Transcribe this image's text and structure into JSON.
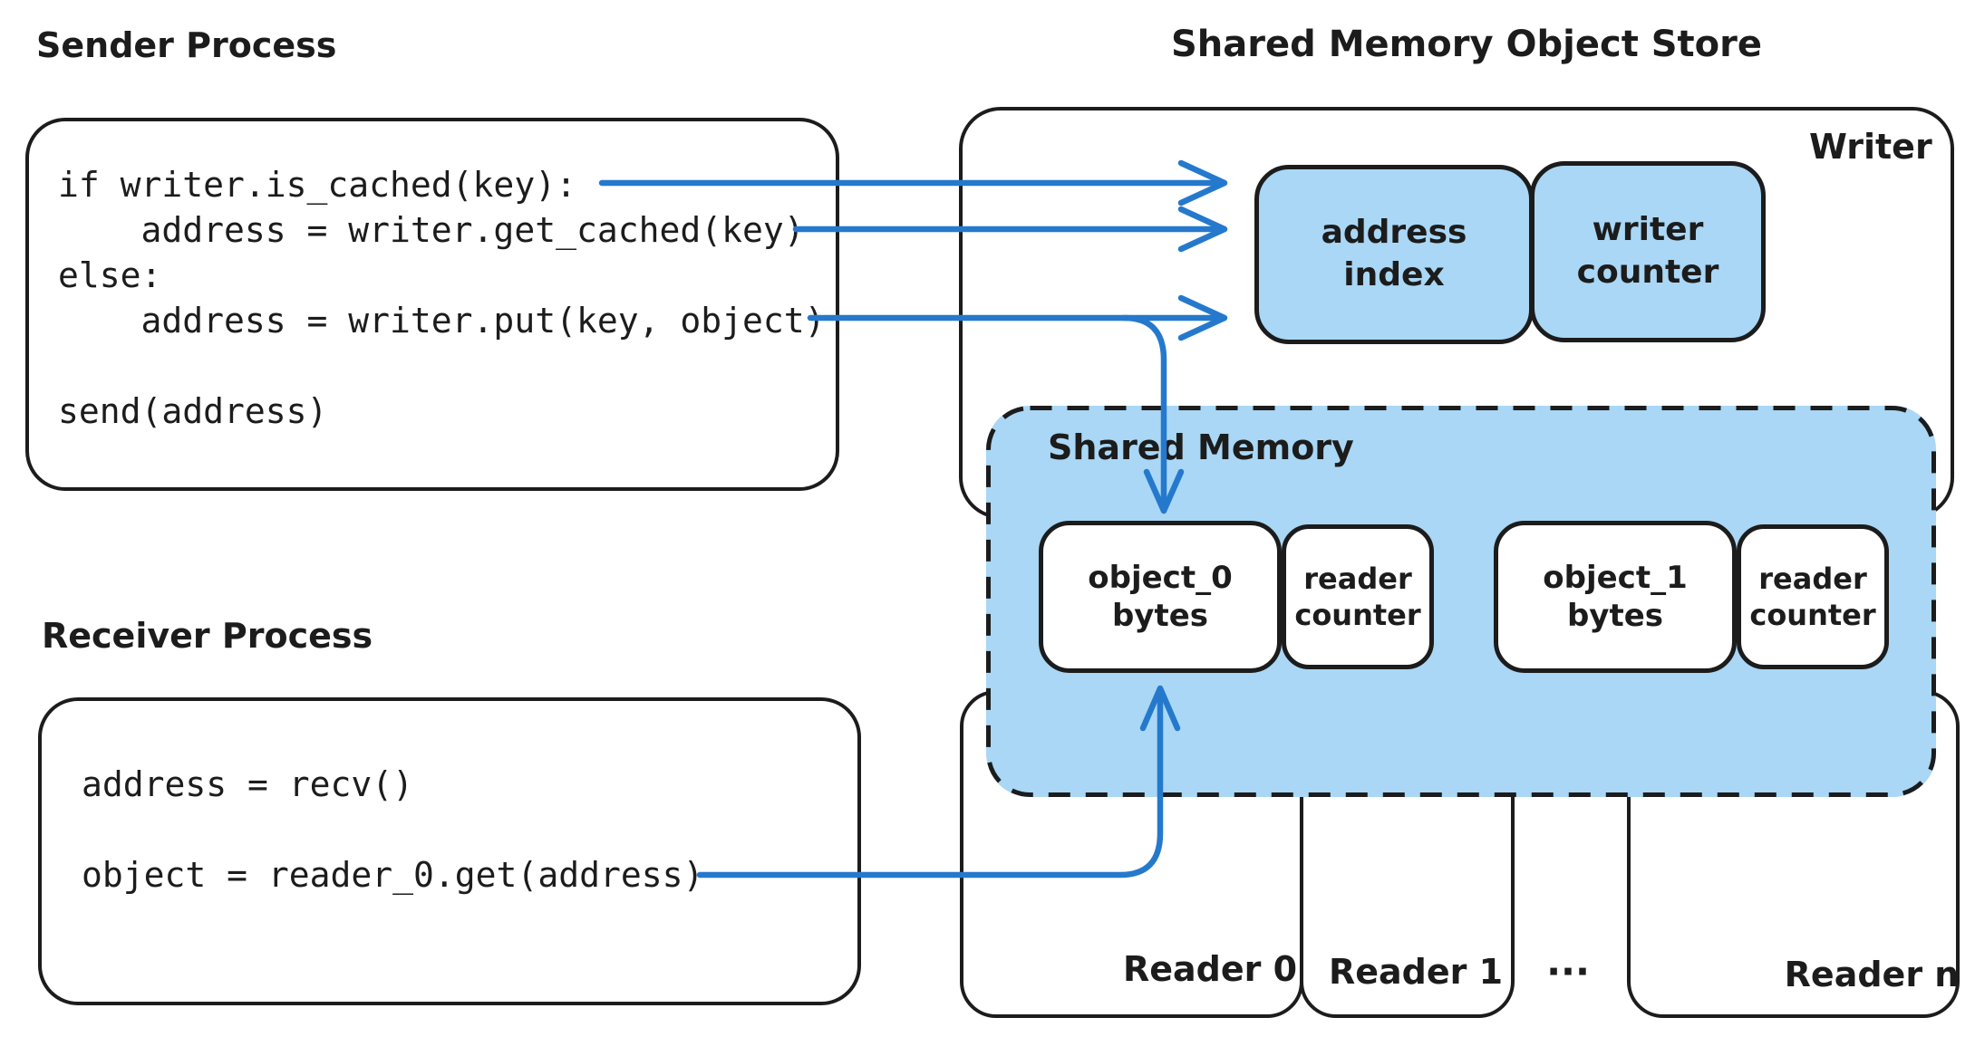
{
  "diagram": {
    "sender": {
      "title": "Sender Process",
      "code": "if writer.is_cached(key):\n    address = writer.get_cached(key)\nelse:\n    address = writer.put(key, object)\n\nsend(address)"
    },
    "receiver": {
      "title": "Receiver Process",
      "code": "address = recv()\n\nobject = reader_0.get(address)"
    },
    "store": {
      "title": "Shared Memory Object Store",
      "writer_label": "Writer",
      "address_index_label": "address\nindex",
      "writer_counter_label": "writer\ncounter",
      "shared_memory": {
        "label": "Shared Memory",
        "slots": [
          {
            "object": "object_0\nbytes",
            "counter": "reader\ncounter"
          },
          {
            "object": "object_1\nbytes",
            "counter": "reader\ncounter"
          }
        ]
      },
      "readers": {
        "r0": "Reader 0",
        "r1": "Reader 1",
        "ellipsis": "...",
        "rn": "Reader n"
      }
    },
    "colors": {
      "fill_blue": "#a9d7f5",
      "arrow_blue": "#2579cd",
      "ink": "#1c1c1c"
    }
  }
}
